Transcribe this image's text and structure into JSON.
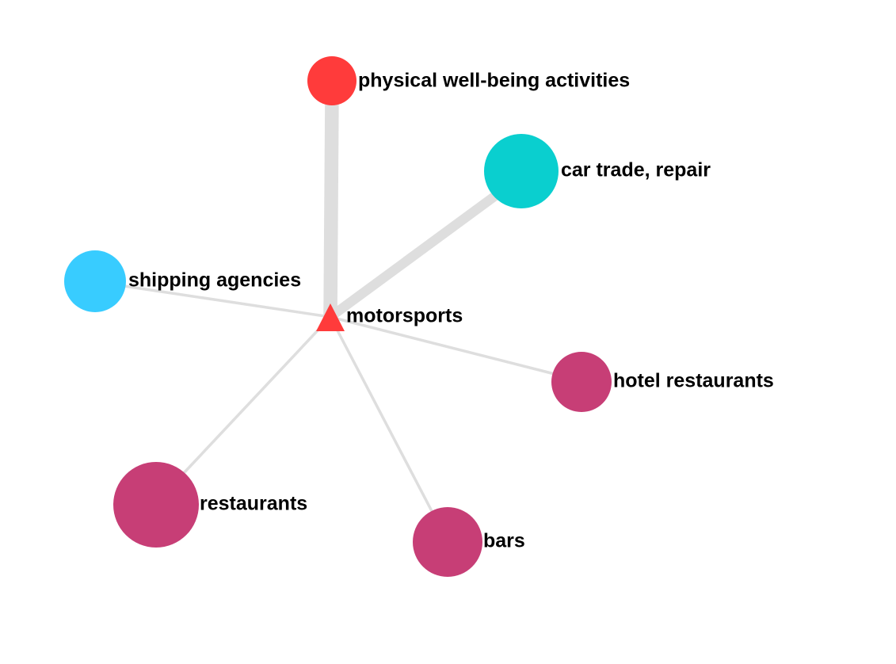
{
  "graph": {
    "center": {
      "label": "motorsports",
      "color": "#FF3B3B",
      "shape": "triangle"
    },
    "nodes": [
      {
        "id": "physical",
        "label": "physical well-being activities",
        "color": "#FF3B3B",
        "weight": 5
      },
      {
        "id": "car",
        "label": "car trade, repair",
        "color": "#0ACFCF",
        "weight": 3.5
      },
      {
        "id": "shipping",
        "label": "shipping agencies",
        "color": "#38CCFF",
        "weight": 1
      },
      {
        "id": "hotel",
        "label": "hotel restaurants",
        "color": "#C73E76",
        "weight": 1
      },
      {
        "id": "restaurants",
        "label": "restaurants",
        "color": "#C73E76",
        "weight": 1
      },
      {
        "id": "bars",
        "label": "bars",
        "color": "#C73E76",
        "weight": 1
      }
    ]
  }
}
